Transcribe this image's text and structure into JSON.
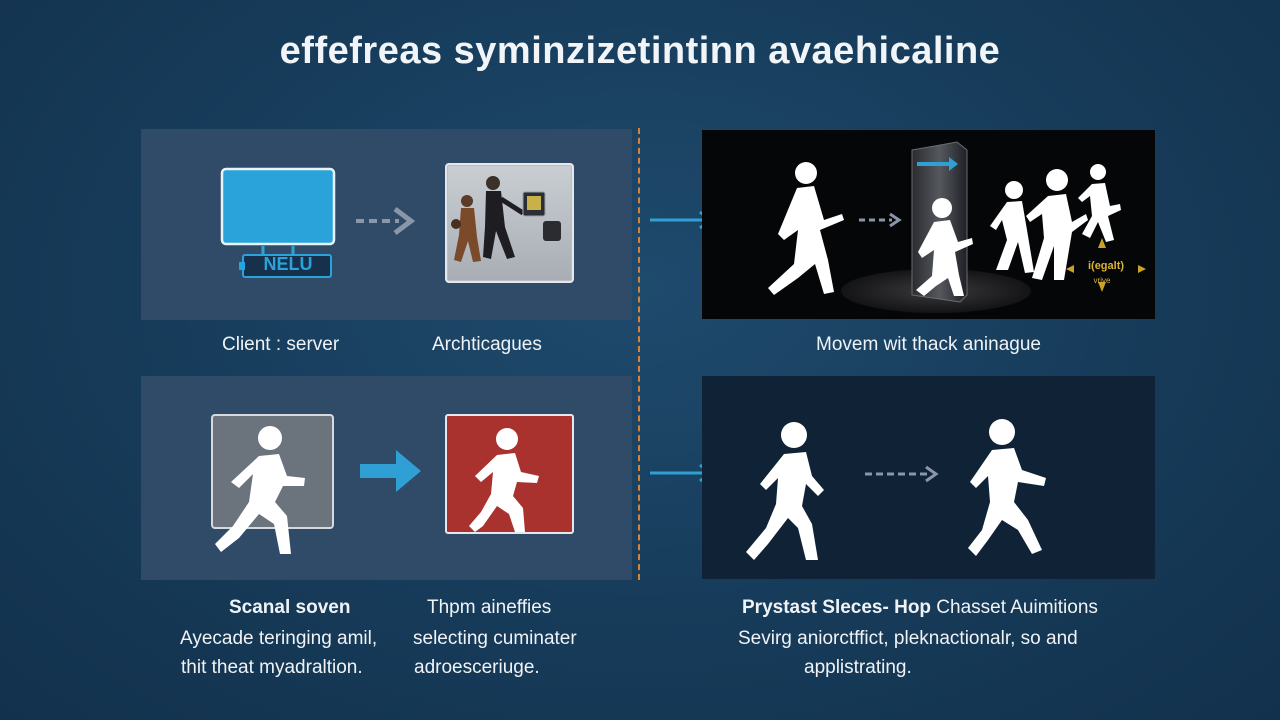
{
  "title": "effefreas  syminzizetintinn  avaehicaline",
  "colors": {
    "background": "#173d5c",
    "panel": "#304b67",
    "monitor": "#2aa3db",
    "arrow_blue": "#2f9fd4",
    "arrow_gray": "#8a97a8",
    "red_box": "#a9322f",
    "divider": "#d8813a"
  },
  "top_left": {
    "monitor_label": "NELU",
    "caption_left": "Client : server",
    "caption_right": "Archticagues"
  },
  "top_right": {
    "caption": "Movem wit thack aninague",
    "badge_text": "i(egalt)",
    "badge_sub": "vrive"
  },
  "bottom_left": {
    "heading_left": "Scanal soven",
    "heading_right": "Thpm aineffies",
    "line1_left": "Ayecade teringing amil,",
    "line1_right": "selecting cuminater",
    "line2_left": "thit theat myadraltion.",
    "line2_right": "adroesceriuge."
  },
  "bottom_right": {
    "heading_bold": "Prystast Sleces- Hop",
    "heading_rest": " Chasset Auimitions",
    "line1": "Sevirg aniorctffict, pleknactionalr, so and",
    "line2": "applistrating."
  }
}
